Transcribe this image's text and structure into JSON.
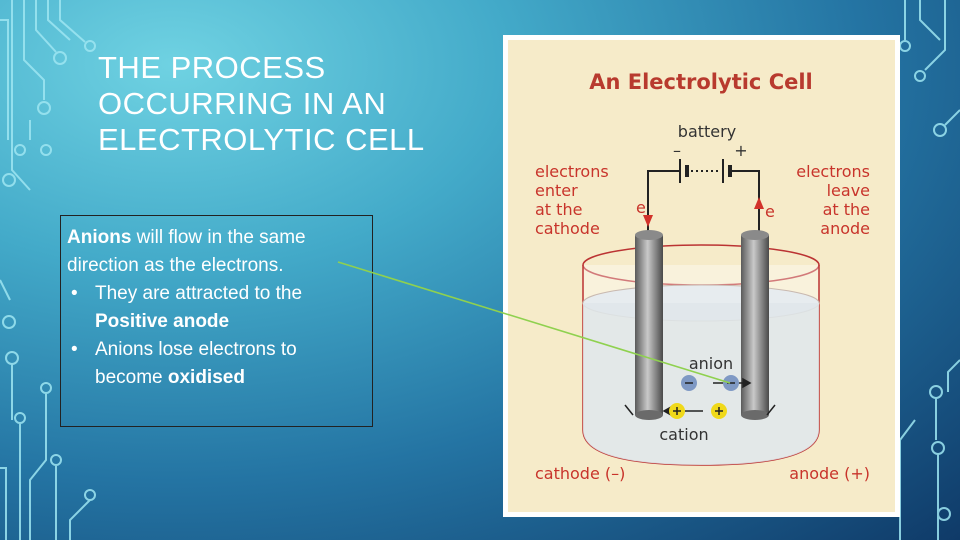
{
  "slide": {
    "title_lines": [
      "THE PROCESS",
      "OCCURRING IN AN",
      "ELECTROLYTIC CELL"
    ],
    "text_box": {
      "intro_bold": "Anions",
      "intro_rest": " will flow in the same direction as the electrons.",
      "bullets": [
        {
          "text": "They are attracted to the ",
          "bold": "Positive anode"
        },
        {
          "text": "Anions lose electrons to become ",
          "bold": "oxidised"
        }
      ],
      "bullet_glyph": "•"
    }
  },
  "diagram": {
    "title": "An Electrolytic Cell",
    "battery_label": "battery",
    "minus": "–",
    "plus": "+",
    "left_label": [
      "electrons",
      "enter",
      "at the",
      "cathode"
    ],
    "right_label": [
      "electrons",
      "leave",
      "at the",
      "anode"
    ],
    "electron_symbol": "e",
    "anion_label": "anion",
    "cation_label": "cation",
    "cathode_label": "cathode (–)",
    "anode_label": "anode (+)",
    "colors": {
      "label_red": "#c8342b",
      "title_red": "#b83a2e",
      "panel_bg": "#f6ebc9",
      "ion_blue": "#7f99c4",
      "ion_yellow": "#f0d91a",
      "pointer_green": "#8fd14f"
    }
  }
}
